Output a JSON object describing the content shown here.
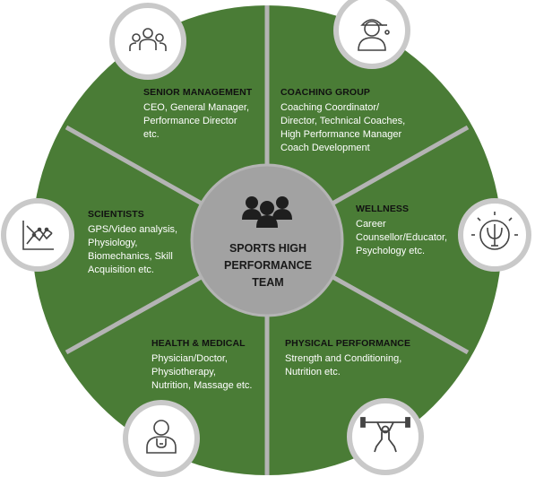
{
  "center": {
    "title": "SPORTS HIGH\nPERFORMANCE\nTEAM",
    "icon": "team-icon"
  },
  "colors": {
    "segment": "#4a7c36",
    "divider": "#b4b4b4",
    "center": "#a2a2a2",
    "badge_ring": "#c9c9c9",
    "badge_fill": "#ffffff",
    "icon": "#444444"
  },
  "segments": [
    {
      "title": "SENIOR MANAGEMENT",
      "body": "CEO, General Manager,\nPerformance Director\netc.",
      "icon": "management-group-icon"
    },
    {
      "title": "COACHING GROUP",
      "body": "Coaching Coordinator/\nDirector, Technical Coaches,\nHigh Performance Manager\nCoach Development",
      "icon": "coach-icon"
    },
    {
      "title": "WELLNESS",
      "body": "Career\nCounsellor/Educator,\nPsychology etc.",
      "icon": "psychology-icon"
    },
    {
      "title": "PHYSICAL PERFORMANCE",
      "body": "Strength and Conditioning,\nNutrition etc.",
      "icon": "weightlifting-icon"
    },
    {
      "title": "HEALTH & MEDICAL",
      "body": "Physician/Doctor,\nPhysiotherapy,\nNutrition, Massage etc.",
      "icon": "doctor-icon"
    },
    {
      "title": "SCIENTISTS",
      "body": "GPS/Video analysis,\nPhysiology,\nBiomechanics, Skill\nAcquisition etc.",
      "icon": "analytics-chart-icon"
    }
  ]
}
